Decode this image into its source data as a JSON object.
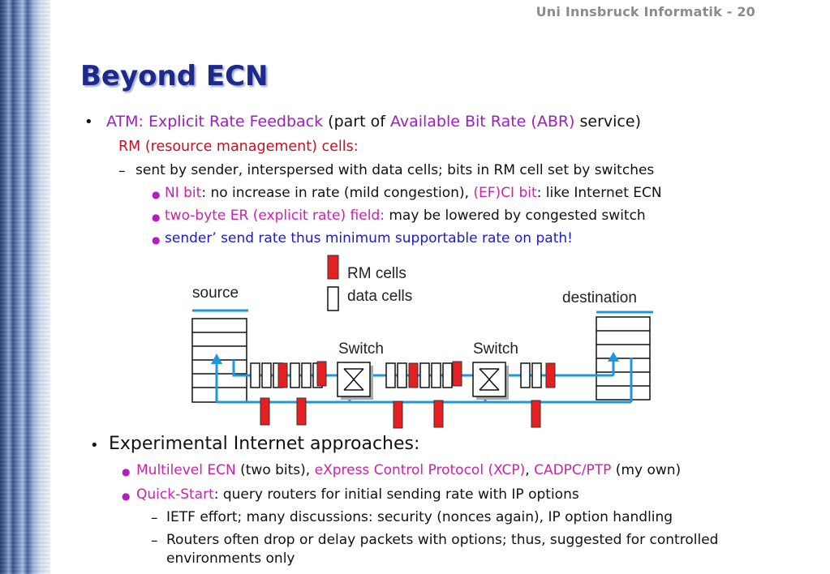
{
  "footer": "Uni Innsbruck Informatik - 20",
  "title": "Beyond ECN",
  "atm": {
    "lead": "ATM: Explicit Rate Feedback",
    "part_of": " (part of ",
    "abr": "Available Bit Rate (ABR)",
    "service": " service)",
    "rm_cells": "RM (resource management) cells:",
    "sent_by": "sent by sender, interspersed with data cells; bits in RM cell set by switches",
    "ni_bit": "NI bit",
    "ni_rest": ": no increase in rate (mild congestion), ",
    "ci_bit": "(EF)CI bit",
    "ci_rest": ": like Internet ECN",
    "er_field": "two-byte ER (explicit rate) field:",
    "er_rest": " may be lowered by congested switch",
    "sender_rate": "sender’ send rate thus minimum supportable rate on path!"
  },
  "diagram": {
    "legend_rm": "RM cells",
    "legend_data": "data cells",
    "source": "source",
    "destination": "destination",
    "switch1": "Switch",
    "switch2": "Switch",
    "colors": {
      "rm_cell": "#e52020",
      "data_cell": "#ffffff",
      "link": "#1f96e0"
    }
  },
  "experimental": {
    "heading": "Experimental Internet approaches:",
    "multilevel": "Multilevel ECN",
    "two_bits": " (two bits), ",
    "xcp": "eXpress Control Protocol (XCP)",
    "comma": ", ",
    "cadpc": "CADPC/PTP",
    "my_own": " (my own)",
    "quickstart": "Quick-Start",
    "qs_rest": ": query routers for initial sending rate with IP options",
    "ietf": "IETF effort; many discussions: security (nonces again), IP option handling",
    "routers_1": "Routers often drop or delay packets with options; thus, suggested for controlled",
    "routers_2": "environments only"
  }
}
